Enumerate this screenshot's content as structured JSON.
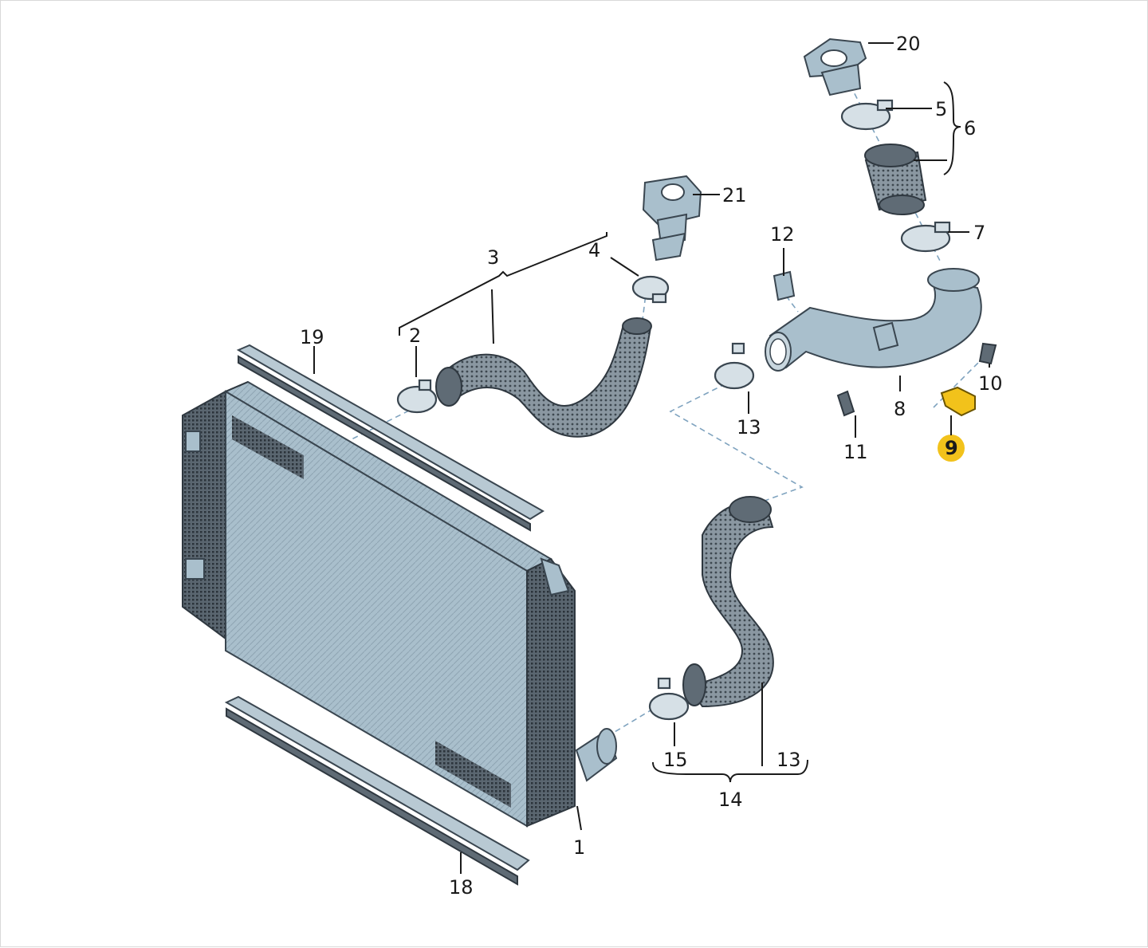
{
  "diagram": {
    "labels": {
      "l1": "1",
      "l2": "2",
      "l3": "3",
      "l4": "4",
      "l5": "5",
      "l6": "6",
      "l7": "7",
      "l8": "8",
      "l9": "9",
      "l10": "10",
      "l11": "11",
      "l12": "12",
      "l13a": "13",
      "l13b": "13",
      "l14": "14",
      "l15": "15",
      "l18": "18",
      "l19": "19",
      "l20": "20",
      "l21": "21"
    },
    "highlight_color": "#f2c21b",
    "body_color": "#a9bfcc",
    "hose_color": "#7f8d98"
  }
}
